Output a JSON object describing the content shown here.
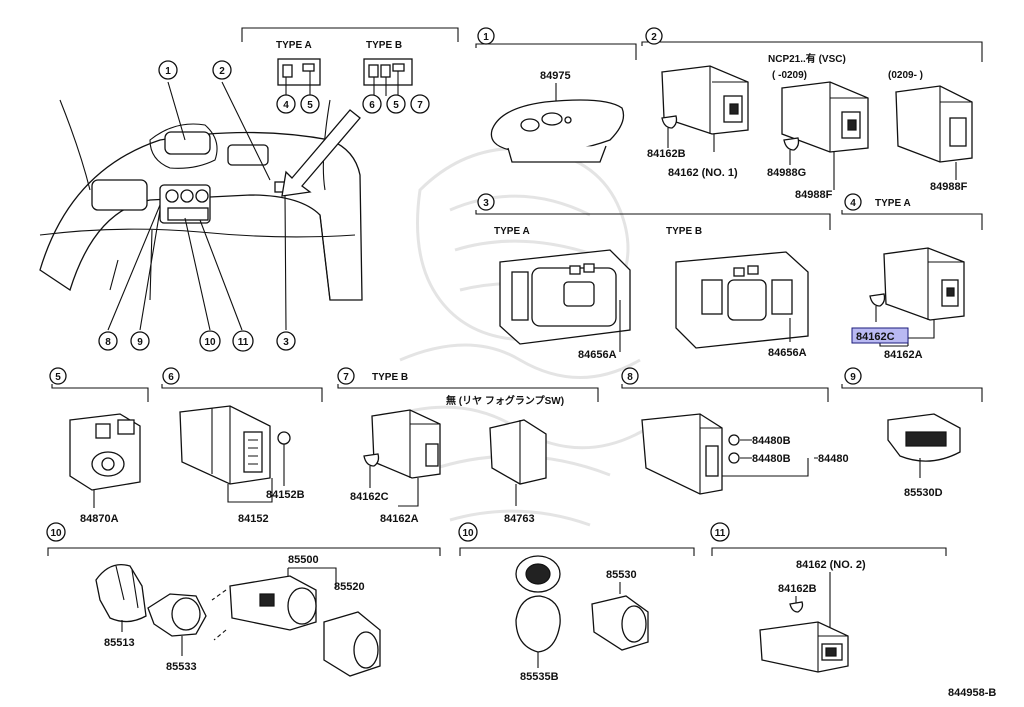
{
  "diagram_id": "844958-B",
  "overview": {
    "type_a_label": "TYPE A",
    "type_b_label": "TYPE B",
    "callouts": [
      "1",
      "2",
      "3",
      "4",
      "5",
      "6",
      "7",
      "8",
      "9",
      "10",
      "11"
    ],
    "type_a_refs": [
      "4",
      "5"
    ],
    "type_b_refs": [
      "6",
      "5",
      "7"
    ]
  },
  "section1": {
    "ref": "1",
    "parts": [
      "84975"
    ]
  },
  "section2": {
    "ref": "2",
    "note": "NCP21..有 (VSC)",
    "range1": "(      -0209)",
    "range2": "(0209-      )",
    "parts": [
      "84162B",
      "84162 (NO. 1)",
      "84988G",
      "84988F",
      "84988F"
    ]
  },
  "section3": {
    "ref": "3",
    "type_a_label": "TYPE A",
    "type_b_label": "TYPE B",
    "parts": [
      "84656A",
      "84656A"
    ]
  },
  "section4": {
    "ref": "4",
    "type_label": "TYPE A",
    "parts": [
      "84162C",
      "84162A"
    ],
    "highlighted": "84162C"
  },
  "section5": {
    "ref": "5",
    "parts": [
      "84870A"
    ]
  },
  "section6": {
    "ref": "6",
    "parts": [
      "84152B",
      "84152"
    ]
  },
  "section7": {
    "ref": "7",
    "type_label": "TYPE B",
    "note": "無 (リヤ  フォグランプSW)",
    "parts": [
      "84162C",
      "84162A",
      "84763"
    ]
  },
  "section8": {
    "ref": "8",
    "parts": [
      "84480B",
      "84480B",
      "84480"
    ]
  },
  "section9": {
    "ref": "9",
    "parts": [
      "85530D"
    ]
  },
  "section10a": {
    "ref": "10",
    "parts": [
      "85500",
      "85520",
      "85513",
      "85533"
    ]
  },
  "section10b": {
    "ref": "10",
    "parts": [
      "85530",
      "85535B"
    ]
  },
  "section11": {
    "ref": "11",
    "parts": [
      "84162 (NO. 2)",
      "84162B"
    ]
  }
}
